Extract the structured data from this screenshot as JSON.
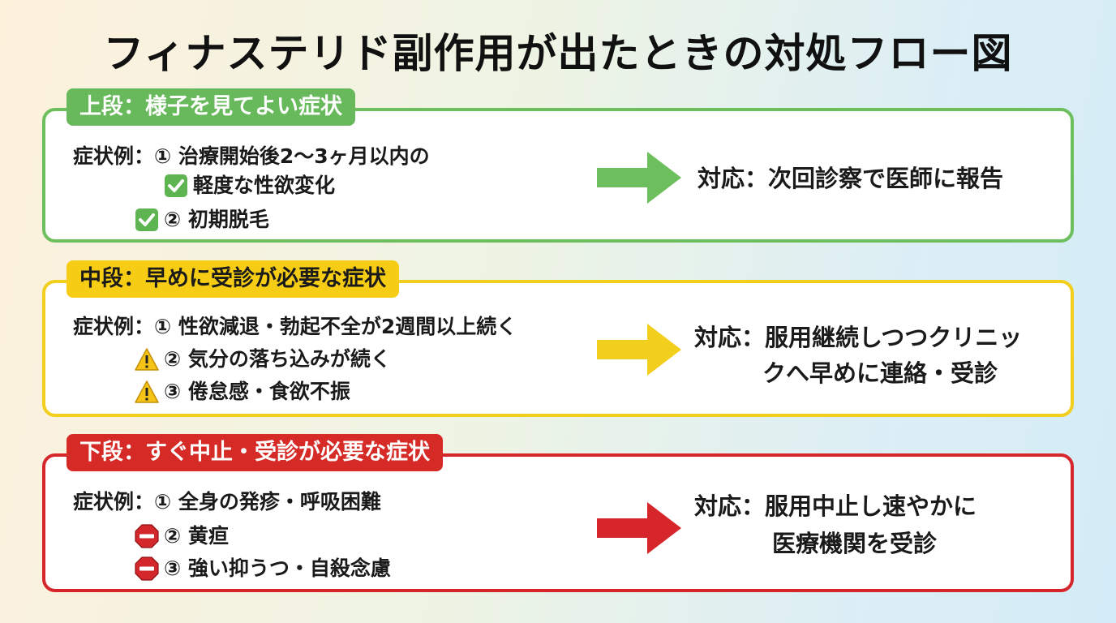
{
  "title": "フィナステリド副作用が出たときの対処フロー図",
  "sections": [
    {
      "label": "上段：様子を見てよい症状",
      "prefix": "症状例：",
      "lines": [
        "① 治療開始後2〜3ヶ月以内の",
        "軽度な性欲変化",
        "② 初期脱毛"
      ],
      "icon": "check-icon",
      "color": "#6cbf5c",
      "response": [
        "対応：次回診察で医師に報告"
      ]
    },
    {
      "label": "中段：早めに受診が必要な症状",
      "prefix": "症状例：",
      "lines": [
        "① 性欲減退・勃起不全が2週間以上続く",
        "② 気分の落ち込みが続く",
        "③ 倦怠感・食欲不振"
      ],
      "icon": "warning-icon",
      "color": "#f2ce1d",
      "response": [
        "対応：服用継続しつつクリニッ",
        "クへ早めに連絡・受診"
      ]
    },
    {
      "label": "下段：すぐ中止・受診が必要な症状",
      "prefix": "症状例：",
      "lines": [
        "① 全身の発疹・呼吸困難",
        "② 黄疸",
        "③ 強い抑うつ・自殺念慮"
      ],
      "icon": "stop-icon",
      "color": "#d6262b",
      "response": [
        "対応：服用中止し速やかに",
        "医療機関を受診"
      ]
    }
  ]
}
